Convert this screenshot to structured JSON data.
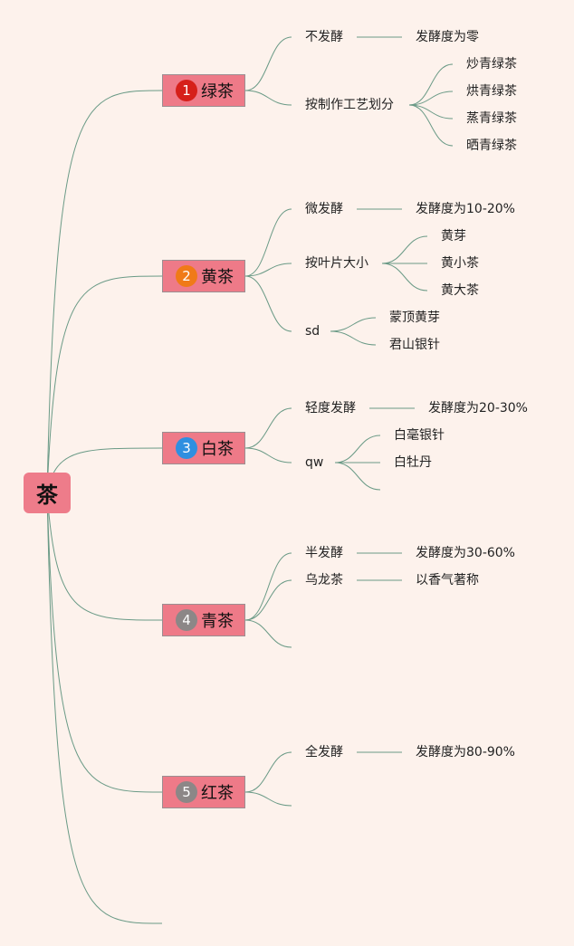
{
  "root": {
    "label": "茶"
  },
  "branches": [
    {
      "number": "1",
      "label": "绿茶",
      "color": "#d6201a",
      "children": [
        {
          "label": "不发酵",
          "children": [
            {
              "label": "发酵度为零"
            }
          ]
        },
        {
          "label": "按制作工艺划分",
          "children": [
            {
              "label": "炒青绿茶"
            },
            {
              "label": "烘青绿茶"
            },
            {
              "label": "蒸青绿茶"
            },
            {
              "label": "晒青绿茶"
            }
          ]
        }
      ]
    },
    {
      "number": "2",
      "label": "黄茶",
      "color": "#f07a18",
      "children": [
        {
          "label": "微发酵",
          "children": [
            {
              "label": "发酵度为10-20%"
            }
          ]
        },
        {
          "label": "按叶片大小",
          "children": [
            {
              "label": "黄芽"
            },
            {
              "label": "黄小茶"
            },
            {
              "label": "黄大茶"
            }
          ]
        },
        {
          "label": "sd",
          "children": [
            {
              "label": "蒙顶黄芽"
            },
            {
              "label": "君山银针"
            }
          ]
        }
      ]
    },
    {
      "number": "3",
      "label": "白茶",
      "color": "#2f8fe0",
      "children": [
        {
          "label": "轻度发酵",
          "children": [
            {
              "label": "发酵度为20-30%"
            }
          ]
        },
        {
          "label": "qw",
          "children": [
            {
              "label": "白毫银针"
            },
            {
              "label": "白牡丹"
            },
            {
              "label": ""
            }
          ]
        }
      ]
    },
    {
      "number": "4",
      "label": "青茶",
      "color": "#8c8787",
      "children": [
        {
          "label": "半发酵",
          "children": [
            {
              "label": "发酵度为30-60%"
            }
          ]
        },
        {
          "label": "乌龙茶",
          "children": [
            {
              "label": "以香气著称"
            }
          ]
        },
        {
          "label": ""
        }
      ]
    },
    {
      "number": "5",
      "label": "红茶",
      "color": "#8c8787",
      "children": [
        {
          "label": "全发酵",
          "children": [
            {
              "label": "发酵度为80-90%"
            }
          ]
        },
        {
          "label": ""
        }
      ]
    },
    {
      "number": "",
      "label": ""
    }
  ]
}
